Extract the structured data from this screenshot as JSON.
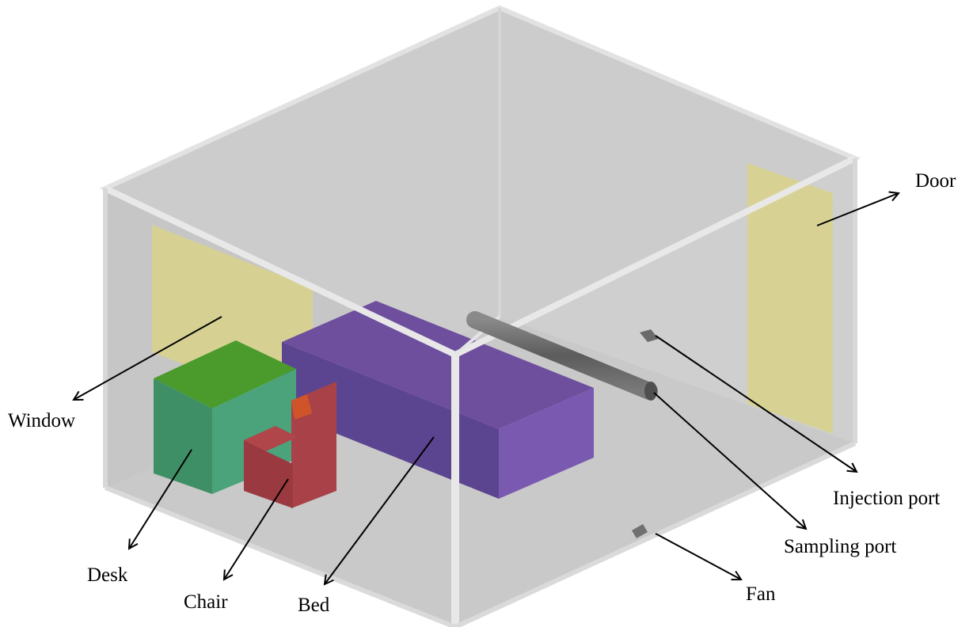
{
  "labels": {
    "door": "Door",
    "window": "Window",
    "desk": "Desk",
    "chair": "Chair",
    "bed": "Bed",
    "fan": "Fan",
    "injection_port": "Injection port",
    "sampling_port": "Sampling port"
  },
  "colors": {
    "room_wall": "#c8c8c8",
    "room_edge": "#e6e6e6",
    "window_door": "#d8d28a",
    "desk": "#3e9e6e",
    "desk_top": "#4a9a2c",
    "chair": "#b0454a",
    "bed": "#6a4f9a",
    "tube": "#6e6e6e",
    "arrow": "#000000"
  }
}
